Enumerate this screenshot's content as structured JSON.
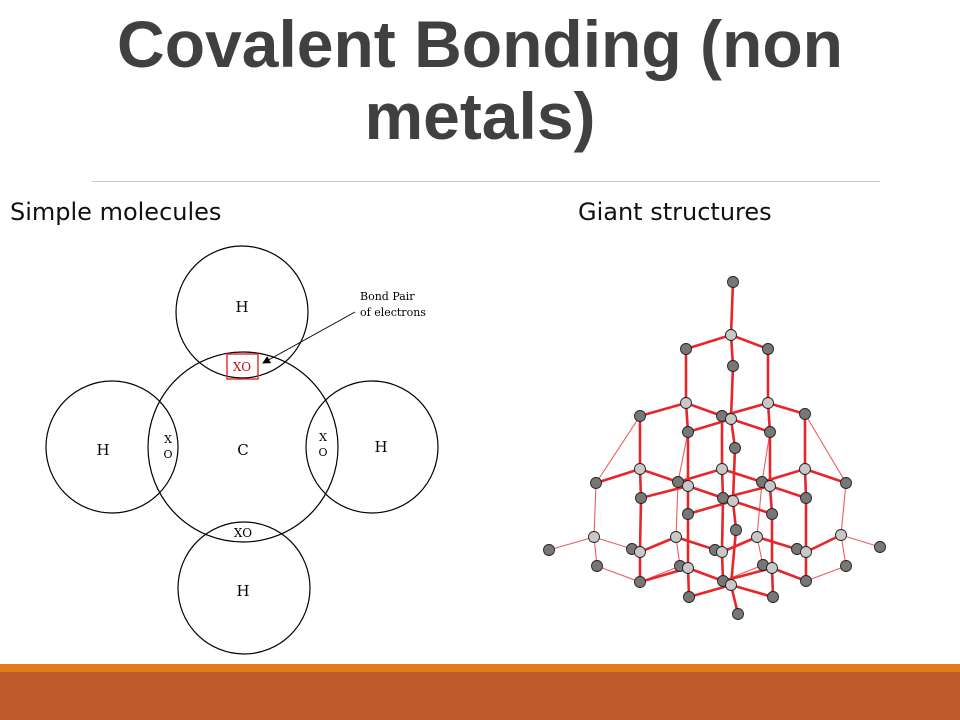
{
  "slide": {
    "title": "Covalent Bonding (non metals)",
    "left_heading": "Simple molecules",
    "right_heading": "Giant structures"
  },
  "methane_diagram": {
    "callout_line1": "Bond Pair",
    "callout_line2": "of electrons",
    "atoms": {
      "top": "H",
      "left": "H",
      "center": "C",
      "right": "H",
      "bottom": "H"
    },
    "pairs": {
      "top": "XO",
      "bottom": "XO",
      "left_x": "X",
      "left_o": "O",
      "right_x": "X",
      "right_o": "O"
    }
  },
  "colors": {
    "title": "#404040",
    "bond_red": "#e8262a",
    "atom_dark": "#777777",
    "atom_light": "#c8c8c8",
    "footer_orange": "#e07b1a",
    "footer_red": "#bf5a2a"
  }
}
